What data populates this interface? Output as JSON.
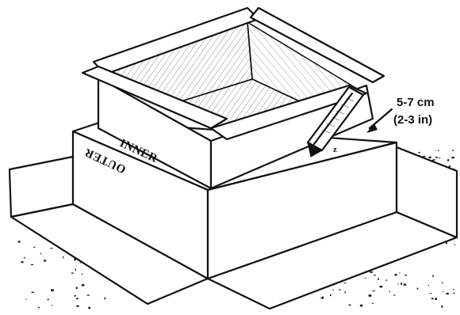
{
  "labels": {
    "inner": "INNER",
    "outer": "OUTER",
    "gap_metric": "5-7 cm",
    "gap_imperial": "(2-3 in)"
  }
}
